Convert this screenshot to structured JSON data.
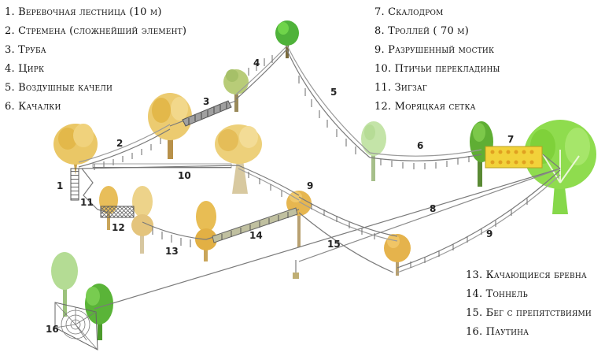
{
  "legend": {
    "left": [
      "1. Веревочная лестница (10 м)",
      "2. Стремена (сложнейший элемент)",
      "3. Труба",
      "4. Цирк",
      "5. Воздушные качели",
      "6. Качалки"
    ],
    "middle": [
      "7. Скалодром",
      "8. Троллей ( 70 м)",
      "9. Разрушенный мостик",
      "10. Птичьи перекладины",
      "11. Зигзаг",
      "12. Моряцкая сетка"
    ],
    "right": [
      "13. Качающиеся бревна",
      "14. Тоннель",
      "15. Бег с препятствиями",
      "16. Паутина"
    ]
  },
  "markers": [
    "1",
    "2",
    "3",
    "4",
    "5",
    "6",
    "7",
    "8",
    "9",
    "9",
    "10",
    "11",
    "12",
    "13",
    "14",
    "15",
    "16"
  ],
  "colors": {
    "tree_yellow": "#e8c25a",
    "tree_orange": "#e0a640",
    "tree_green": "#6cbf3c",
    "tree_lightgreen": "#a8d88a",
    "tree_brightgreen": "#7fd13a",
    "rope": "#7a7a7a",
    "climbing_wall": "#f2d23a"
  }
}
